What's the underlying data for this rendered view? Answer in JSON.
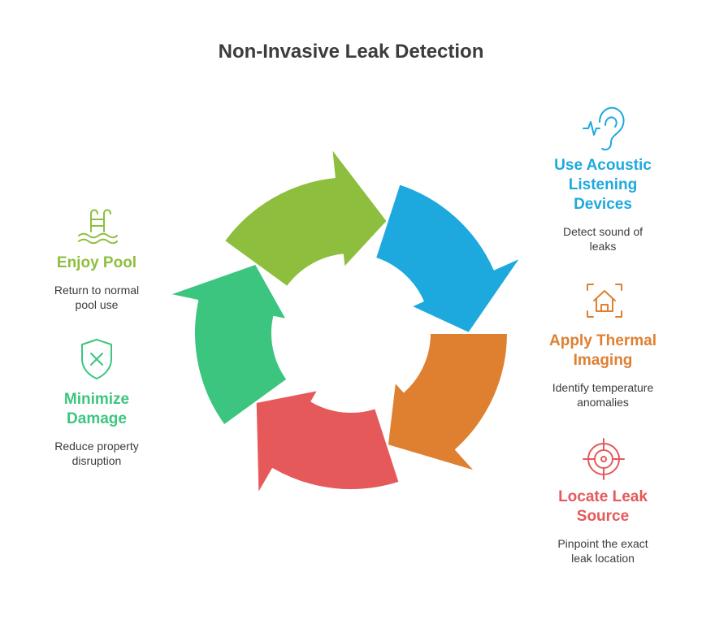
{
  "title": "Non-Invasive Leak Detection",
  "colors": {
    "acoustic": "#1EA9DE",
    "thermal": "#DF8031",
    "locate": "#E5595A",
    "minimize": "#3CC57F",
    "enjoy": "#8EBE3E"
  },
  "steps": [
    {
      "title": "Use Acoustic Listening Devices",
      "description": "Detect sound of leaks",
      "icon": "ear-sound-icon"
    },
    {
      "title": "Apply Thermal Imaging",
      "description": "Identify temperature anomalies",
      "icon": "thermal-house-icon"
    },
    {
      "title": "Locate Leak Source",
      "description": "Pinpoint the exact leak location",
      "icon": "target-icon"
    },
    {
      "title": "Minimize Damage",
      "description": "Reduce property disruption",
      "icon": "shield-x-icon"
    },
    {
      "title": "Enjoy Pool",
      "description": "Return to normal pool use",
      "icon": "pool-ladder-icon"
    }
  ]
}
